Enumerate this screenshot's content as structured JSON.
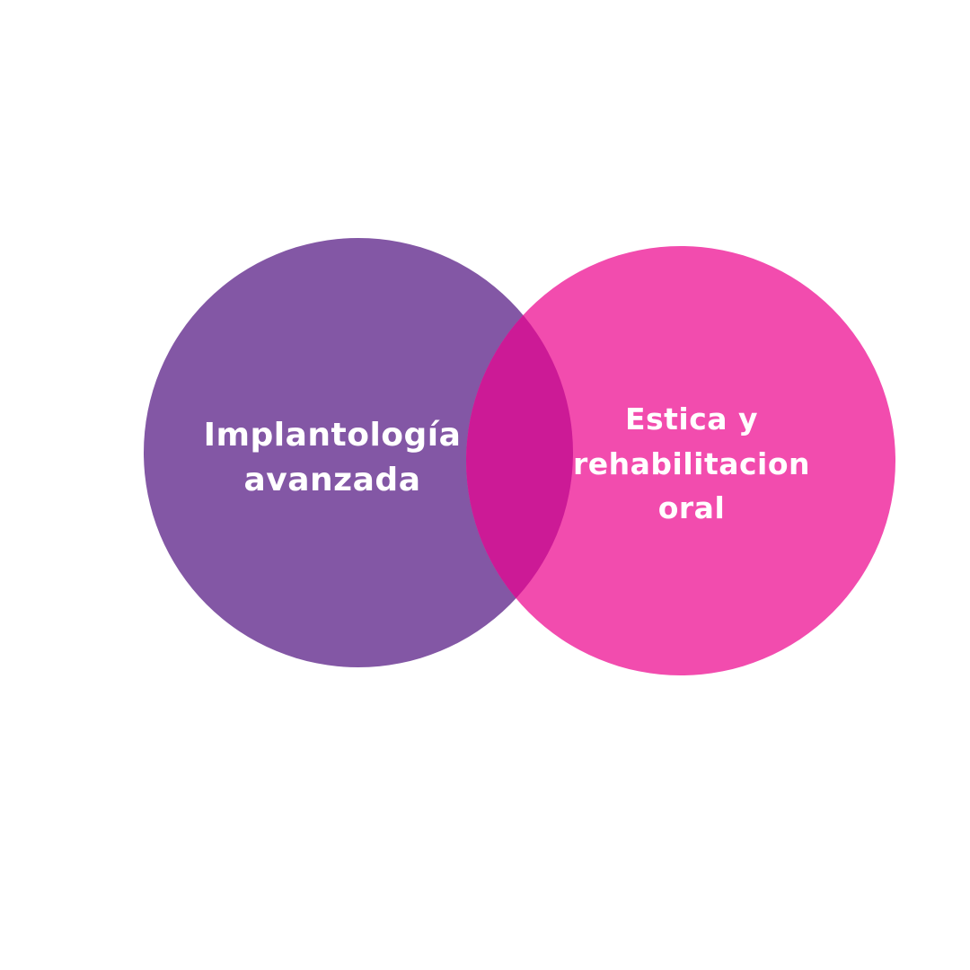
{
  "colors": {
    "background": "#ffffff",
    "left_circle": "#8357a5",
    "right_circle": "#f24cae",
    "overlap": "#cc1a96",
    "label_text": "#ffffff"
  },
  "venn": {
    "left": {
      "lines": [
        "Implantología",
        "avanzada"
      ]
    },
    "right": {
      "lines": [
        "Estica y",
        "rehabilitacion",
        "oral"
      ]
    }
  }
}
